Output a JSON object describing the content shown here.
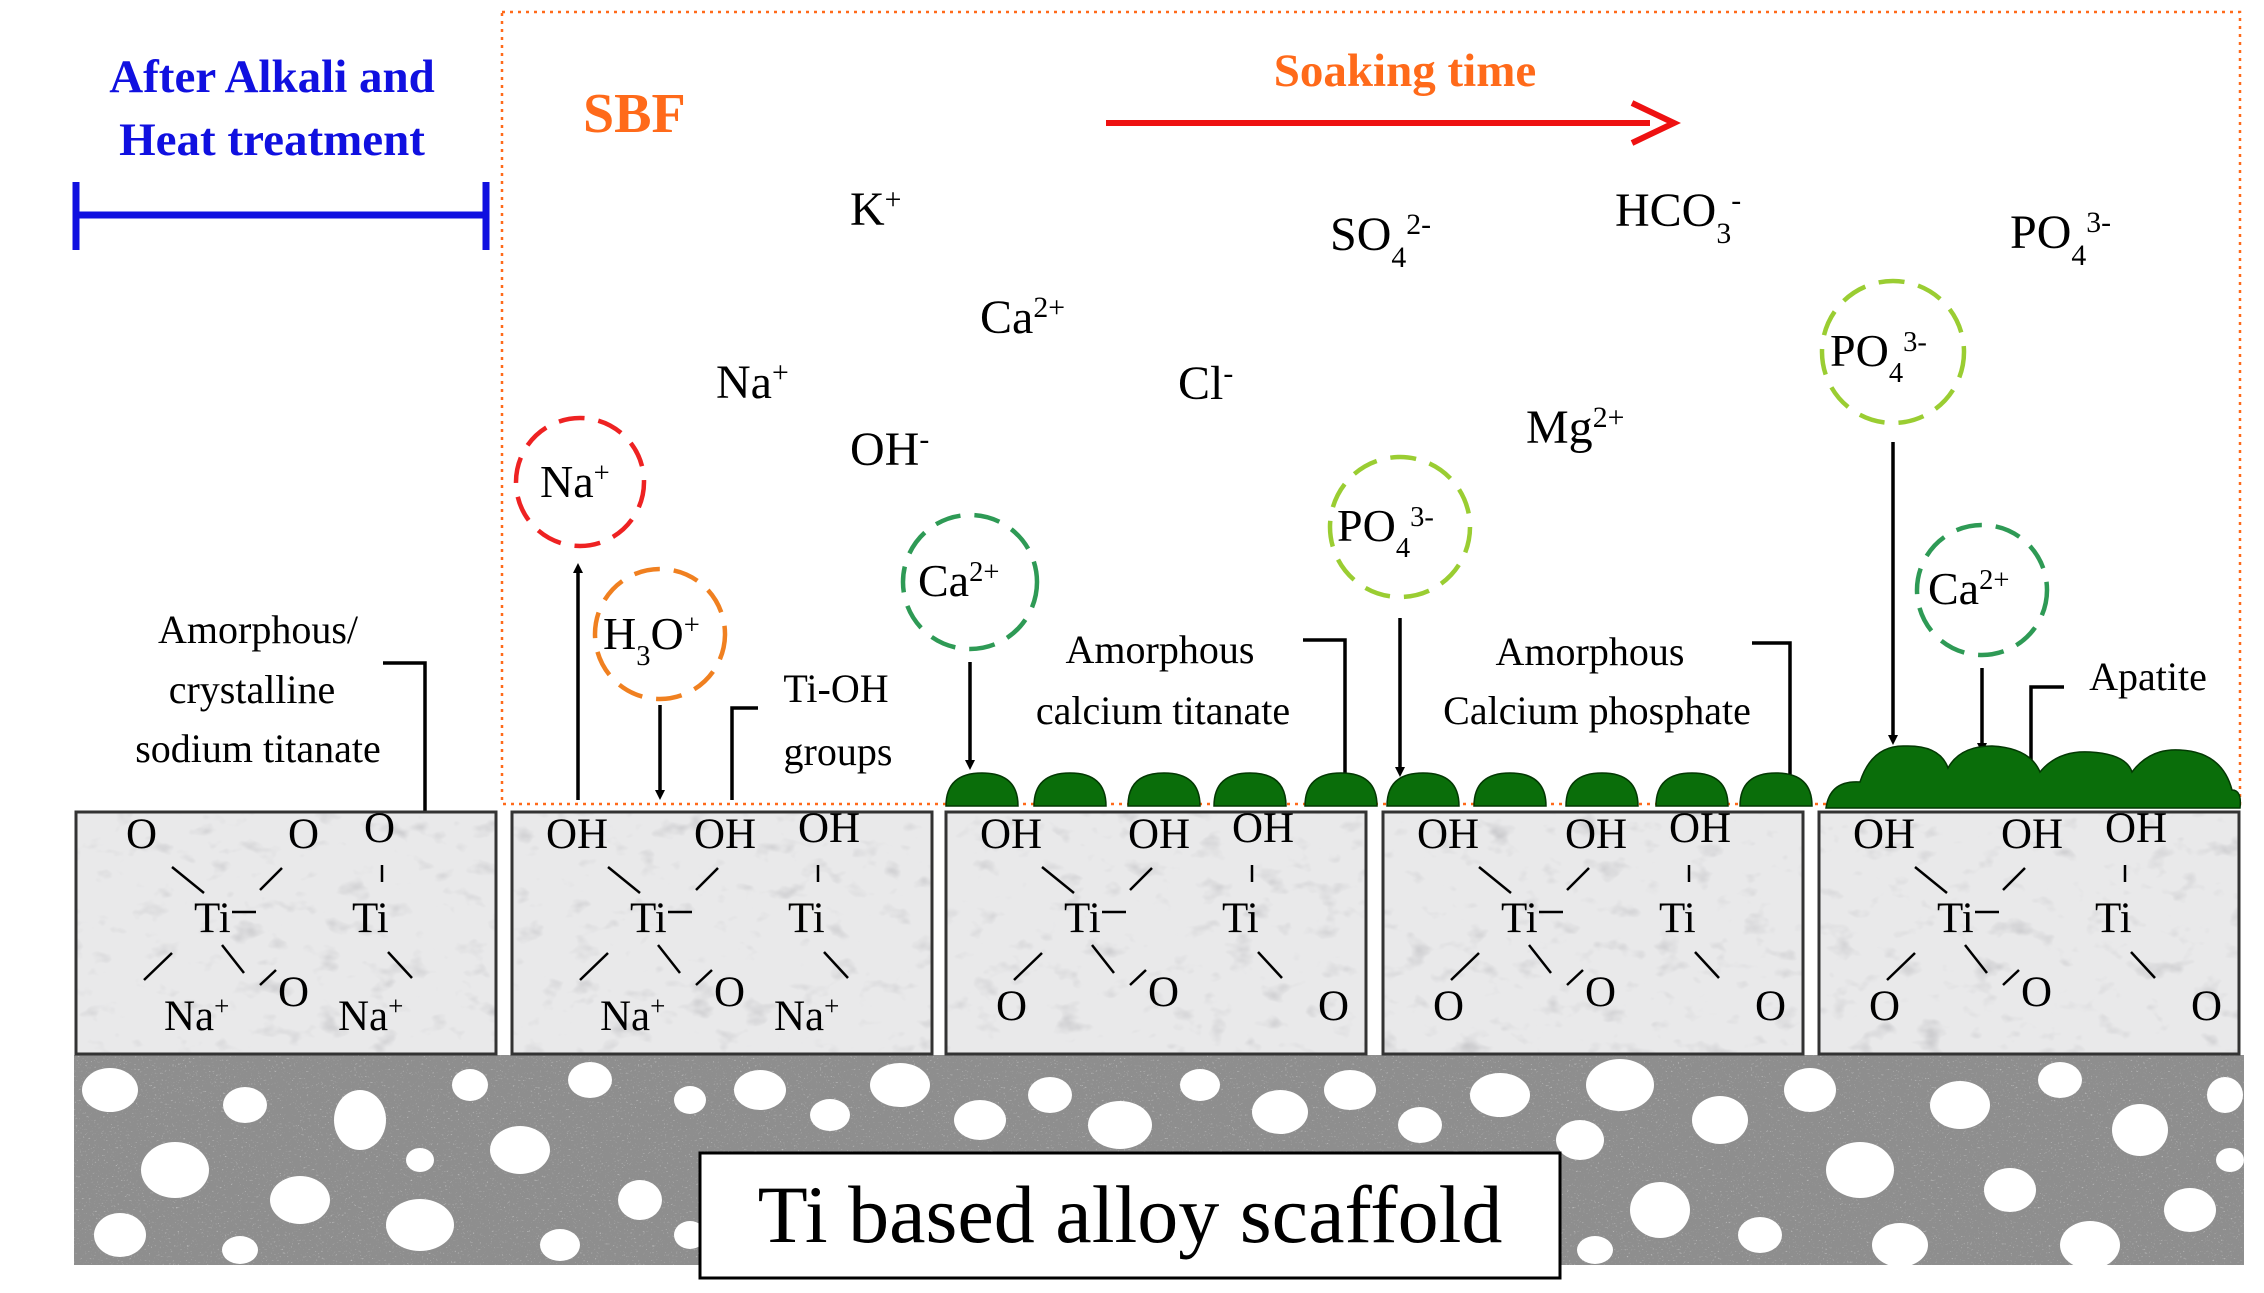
{
  "header": {
    "stage_line1": "After Alkali and",
    "stage_line2": "Heat treatment",
    "sbf_label": "SBF",
    "soaking_label": "Soaking time"
  },
  "colors": {
    "stage_blue": "#1010e0",
    "sbf_orange": "#ff6a1a",
    "arrow_red": "#ee1111",
    "na_ring": "#ee2222",
    "h3o_ring": "#f08020",
    "ca_ring": "#2e9a55",
    "po4_ring": "#9acd32",
    "deposit_green": "#0a6e0a"
  },
  "free_ions": [
    {
      "base": "K",
      "sup": "+",
      "sub": ""
    },
    {
      "base": "SO",
      "sub": "4",
      "sup": "2-"
    },
    {
      "base": "HCO",
      "sub": "3",
      "sup": "-"
    },
    {
      "base": "PO",
      "sub": "4",
      "sup": "3-"
    },
    {
      "base": "Ca",
      "sub": "",
      "sup": "2+"
    },
    {
      "base": "Na",
      "sub": "",
      "sup": "+"
    },
    {
      "base": "Cl",
      "sub": "",
      "sup": "-"
    },
    {
      "base": "Mg",
      "sub": "",
      "sup": "2+"
    },
    {
      "base": "OH",
      "sub": "",
      "sup": "-"
    }
  ],
  "circled_ions": [
    {
      "id": "na",
      "base": "Na",
      "sub": "",
      "sup": "+",
      "ring": "na_ring"
    },
    {
      "id": "h3o",
      "base": "H",
      "sub": "3",
      "mid": "O",
      "sup": "+",
      "ring": "h3o_ring"
    },
    {
      "id": "ca1",
      "base": "Ca",
      "sub": "",
      "sup": "2+",
      "ring": "ca_ring"
    },
    {
      "id": "po1",
      "base": "PO",
      "sub": "4",
      "sup": "3-",
      "ring": "po4_ring"
    },
    {
      "id": "po2",
      "base": "PO",
      "sub": "4",
      "sup": "3-",
      "ring": "po4_ring"
    },
    {
      "id": "ca2",
      "base": "Ca",
      "sub": "",
      "sup": "2+",
      "ring": "ca_ring"
    }
  ],
  "labels": {
    "amorphous_titanate": [
      "Amorphous/",
      "crystalline",
      "sodium titanate"
    ],
    "tioh": [
      "Ti-OH",
      "groups"
    ],
    "calcium_titanate": [
      "Amorphous",
      "calcium titanate"
    ],
    "calcium_phosphate": [
      "Amorphous",
      "Calcium phosphate"
    ],
    "apatite": "Apatite"
  },
  "blocks": {
    "oxygen": "O",
    "hydroxyl": "OH",
    "titanium": "Ti",
    "sodium": "Na",
    "sodium_charge": "+"
  },
  "scaffold_label": "Ti based alloy scaffold"
}
